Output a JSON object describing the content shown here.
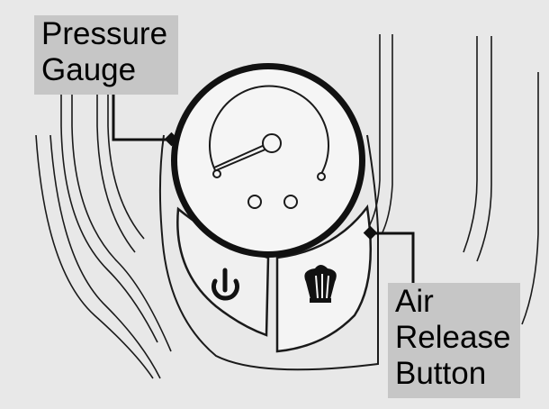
{
  "callouts": {
    "pressure_gauge": {
      "line1": "Pressure",
      "line2": "Gauge"
    },
    "air_release_button": {
      "line1": "Air",
      "line2": "Release",
      "line3": "Button"
    }
  },
  "icons": {
    "power_button": "power-icon",
    "air_release": "fan-icon"
  },
  "colors": {
    "background": "#e8e8e8",
    "label_background": "#c6c6c6",
    "line": "#1a1a1a",
    "button_fill": "#f4f4f4"
  }
}
